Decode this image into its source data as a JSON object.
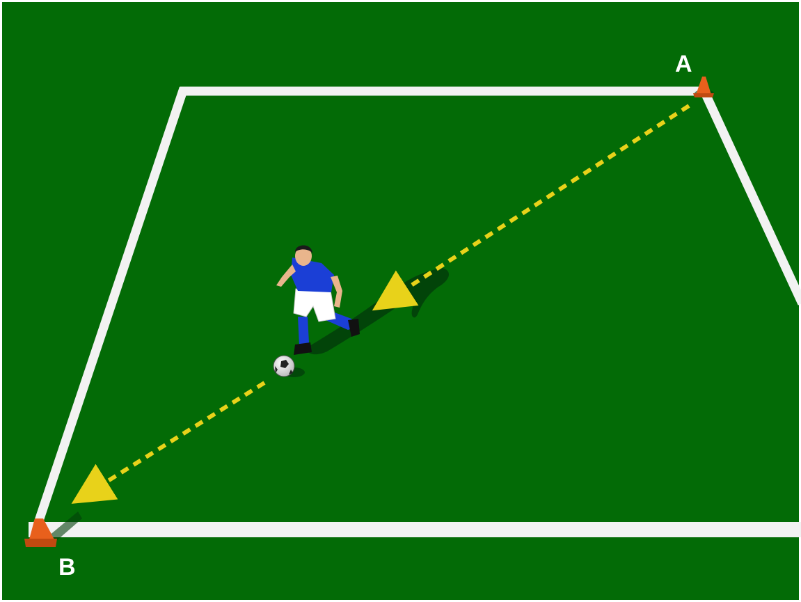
{
  "diagram": {
    "labels": {
      "cone_a": "A",
      "cone_b": "B"
    },
    "colors": {
      "grass": "#036b06",
      "grass_dark": "#025a05",
      "field_lines": "#f2f2f2",
      "path": "#e8d21a",
      "cone": "#e8601c",
      "jersey": "#1b3fd6",
      "shorts": "#ffffff",
      "socks": "#1b3fd6"
    },
    "elements": {
      "field_boundary": "field-boundary",
      "run_path": "dashed-arrow",
      "player": "soccer-player",
      "ball": "soccer-ball",
      "cones": "training-cones"
    }
  }
}
